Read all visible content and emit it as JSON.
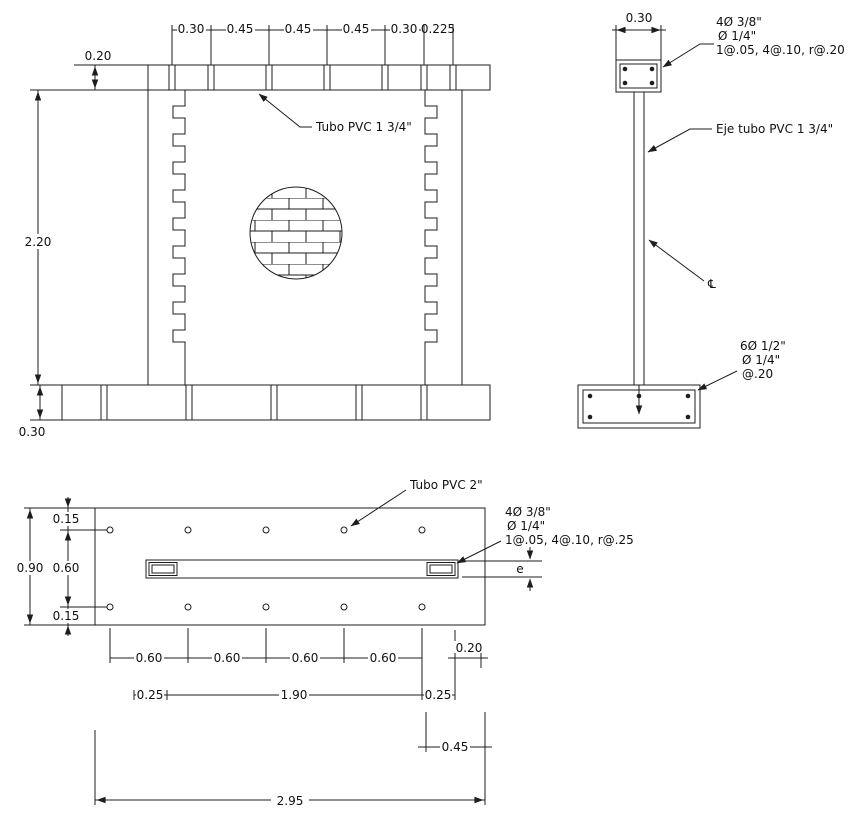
{
  "drawing": {
    "front": {
      "top_dims": [
        "0.30",
        "0.45",
        "0.45",
        "0.45",
        "0.30",
        "0.225"
      ],
      "beam_height": "0.20",
      "wall_height": "2.20",
      "footing_height": "0.30",
      "pvc_label": "Tubo PVC 1 3/4\""
    },
    "section": {
      "top_width": "0.30",
      "beam_note": [
        "4Ø 3/8\"",
        "Ø 1/4\"",
        "1@.05, 4@.10, r@.20"
      ],
      "axis_label": "Eje tubo PVC 1 3/4\"",
      "centerline_symbol": "℄",
      "footing_note": [
        "6Ø 1/2\"",
        "Ø 1/4\"",
        "@.20"
      ]
    },
    "plan": {
      "pvc_label": "Tubo PVC 2\"",
      "beam_note": [
        "4Ø 3/8\"",
        "Ø 1/4\"",
        "1@.05, 4@.10, r@.25"
      ],
      "thickness_label": "e",
      "left_dims": [
        "0.15",
        "0.60",
        "0.15"
      ],
      "left_total": "0.90",
      "bottom_row1": [
        "0.60",
        "0.60",
        "0.60",
        "0.60",
        "0.20"
      ],
      "bottom_row2": [
        "0.25",
        "1.90",
        "0.25"
      ],
      "bottom_row3": "0.45",
      "bottom_total": "2.95"
    }
  }
}
